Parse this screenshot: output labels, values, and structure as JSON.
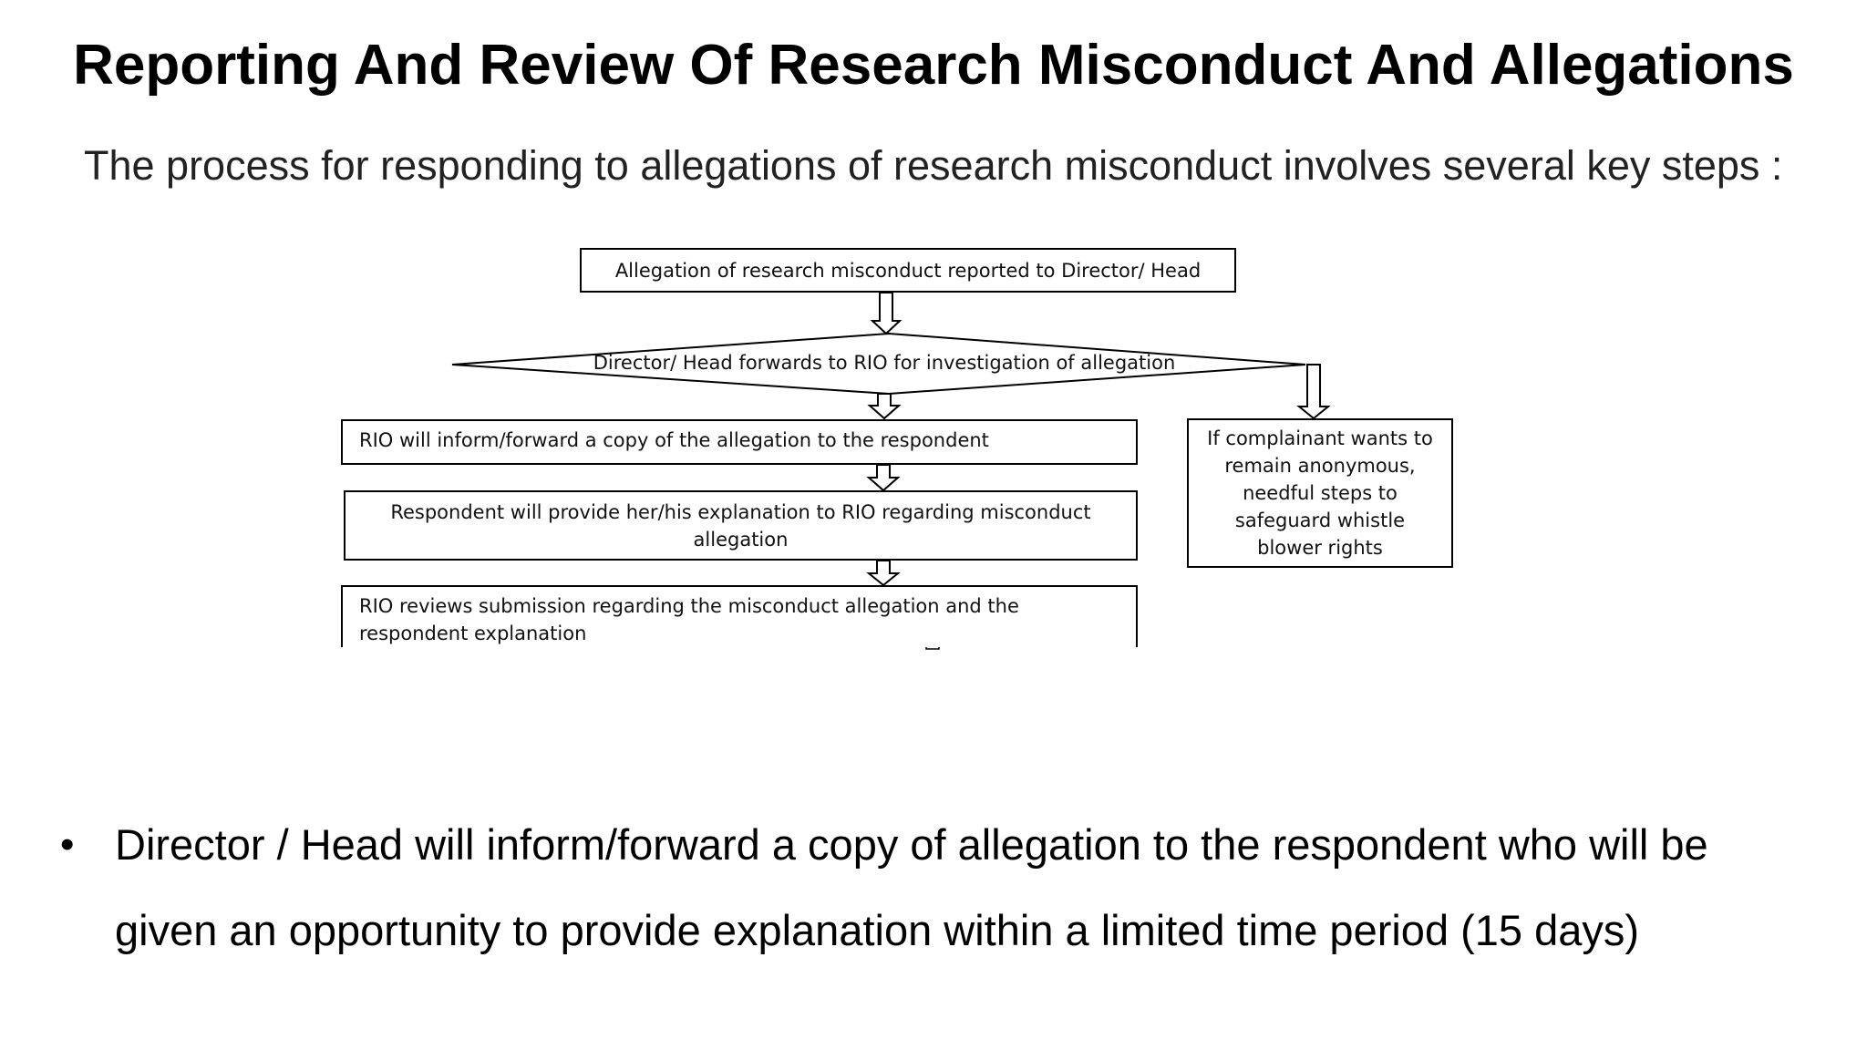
{
  "slide": {
    "title": "Reporting And Review Of Research Misconduct And Allegations",
    "subtitle": "The process for responding to allegations of research misconduct involves several key steps :"
  },
  "flowchart": {
    "step1": "Allegation of research misconduct reported to Director/ Head",
    "decision": "Director/ Head forwards to RIO for investigation of allegation",
    "step2": "RIO will inform/forward a copy of the allegation to the respondent",
    "step3": "Respondent will provide her/his explanation to RIO regarding misconduct allegation",
    "step4": "RIO reviews submission regarding the misconduct allegation and the respondent explanation",
    "side_note": "If complainant wants to remain anonymous, needful steps to safeguard whistle blower rights"
  },
  "bullets": [
    "Director / Head will inform/forward a copy of allegation to the respondent who will be given an opportunity to provide explanation within a limited time period (15 days)"
  ]
}
